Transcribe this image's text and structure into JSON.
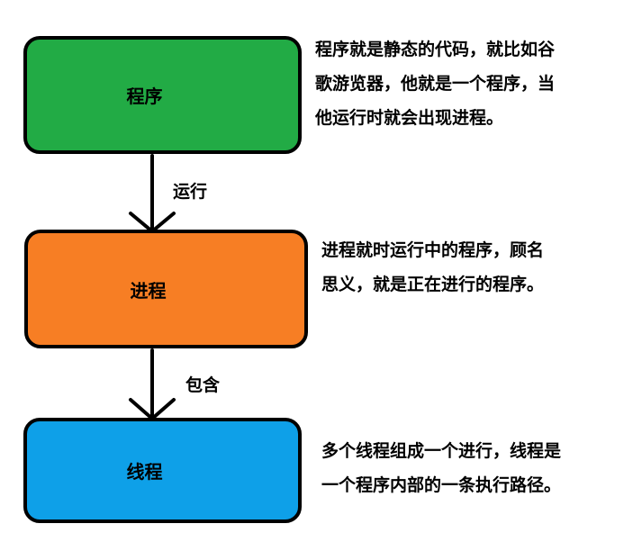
{
  "nodes": {
    "program": {
      "label": "程序",
      "color": "#22ab45"
    },
    "process": {
      "label": "进程",
      "color": "#f77e24"
    },
    "thread": {
      "label": "线程",
      "color": "#0ea0e8"
    }
  },
  "edges": {
    "run": "运行",
    "contain": "包含"
  },
  "descriptions": {
    "program": "程序就是静态的代码，就比如谷\n歌游览器，他就是一个程序，当\n他运行时就会出现进程。",
    "process": "进程就时运行中的程序，顾名\n思义，就是正在进行的程序。",
    "thread": "多个线程组成一个进行，线程是\n一个程序内部的一条执行路径。"
  }
}
